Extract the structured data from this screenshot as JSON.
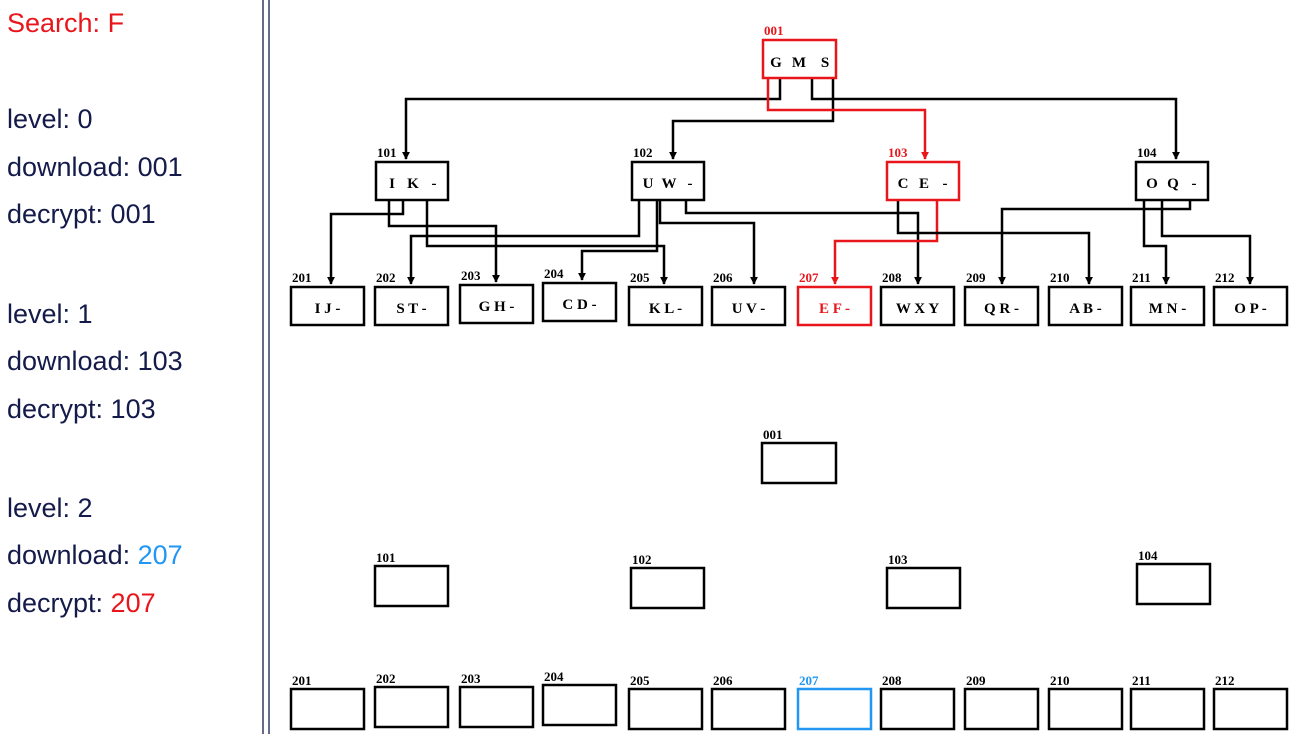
{
  "search": {
    "label": "Search: ",
    "key": "F"
  },
  "steps": [
    {
      "level": "level: 0",
      "download_label": "download: ",
      "download": "001",
      "decrypt_label": "decrypt: ",
      "decrypt": "001"
    },
    {
      "level": "level: 1",
      "download_label": "download: ",
      "download": "103",
      "decrypt_label": "decrypt: ",
      "decrypt": "103"
    },
    {
      "level": "level: 2",
      "download_label": "download: ",
      "download": "207",
      "decrypt_label": "decrypt: ",
      "decrypt": "207"
    }
  ],
  "colors": {
    "highlight": "#e8161b",
    "download": "#2196f3",
    "text": "#141a4a",
    "edge": "#000000"
  },
  "tree": {
    "root": {
      "id": "001",
      "keys": [
        "G",
        "M",
        "S"
      ],
      "highlight": true
    },
    "internal": [
      {
        "id": "101",
        "keys": [
          "I",
          "K",
          "-"
        ],
        "highlight": false
      },
      {
        "id": "102",
        "keys": [
          "U",
          "W",
          "-"
        ],
        "highlight": false
      },
      {
        "id": "103",
        "keys": [
          "C",
          "E",
          "-"
        ],
        "highlight": true
      },
      {
        "id": "104",
        "keys": [
          "O",
          "Q",
          "-"
        ],
        "highlight": false
      }
    ],
    "leaves": [
      {
        "id": "201",
        "keys": "I J -",
        "highlight": false
      },
      {
        "id": "202",
        "keys": "S T -",
        "highlight": false
      },
      {
        "id": "203",
        "keys": "G H -",
        "highlight": false
      },
      {
        "id": "204",
        "keys": "C D -",
        "highlight": false
      },
      {
        "id": "205",
        "keys": "K L -",
        "highlight": false
      },
      {
        "id": "206",
        "keys": "U V -",
        "highlight": false
      },
      {
        "id": "207",
        "keys": "E F -",
        "highlight": true
      },
      {
        "id": "208",
        "keys": "W X Y",
        "highlight": false
      },
      {
        "id": "209",
        "keys": "Q R -",
        "highlight": false
      },
      {
        "id": "210",
        "keys": "A B -",
        "highlight": false
      },
      {
        "id": "211",
        "keys": "M N -",
        "highlight": false
      },
      {
        "id": "212",
        "keys": "O P -",
        "highlight": false
      }
    ],
    "search_path": [
      "001",
      "103",
      "207"
    ]
  },
  "storage": {
    "root": {
      "id": "001"
    },
    "internal": [
      {
        "id": "101"
      },
      {
        "id": "102"
      },
      {
        "id": "103"
      },
      {
        "id": "104"
      }
    ],
    "leaves": [
      {
        "id": "201",
        "downloaded": false
      },
      {
        "id": "202",
        "downloaded": false
      },
      {
        "id": "203",
        "downloaded": false
      },
      {
        "id": "204",
        "downloaded": false
      },
      {
        "id": "205",
        "downloaded": false
      },
      {
        "id": "206",
        "downloaded": false
      },
      {
        "id": "207",
        "downloaded": true
      },
      {
        "id": "208",
        "downloaded": false
      },
      {
        "id": "209",
        "downloaded": false
      },
      {
        "id": "210",
        "downloaded": false
      },
      {
        "id": "211",
        "downloaded": false
      },
      {
        "id": "212",
        "downloaded": false
      }
    ]
  }
}
